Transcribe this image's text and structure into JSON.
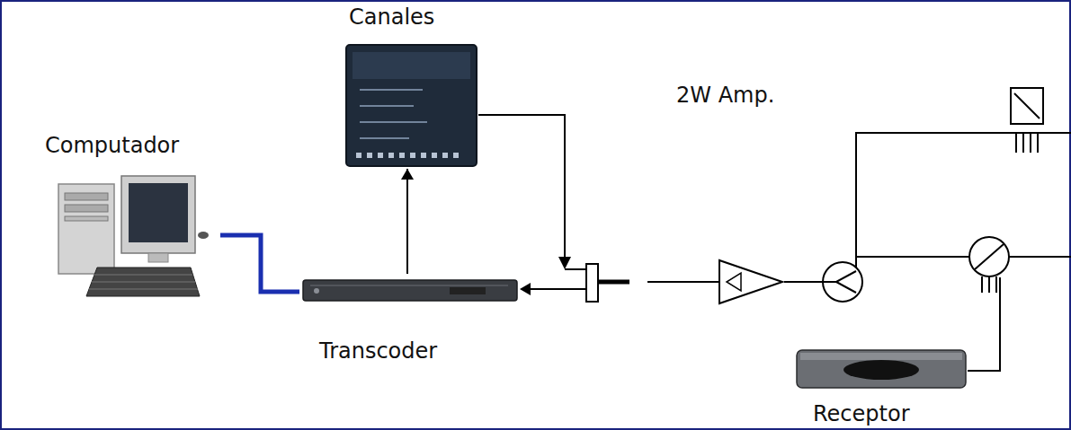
{
  "diagram": {
    "nodes": [
      {
        "text": [
          "Computador"
        ]
      },
      {
        "text": [
          "Canales"
        ]
      },
      {
        "text": [
          "Transcoder"
        ]
      },
      {
        "text": [
          "Receptor"
        ]
      }
    ],
    "edges": [
      {
        "from": 0,
        "to": 2,
        "arrow": "none"
      },
      {
        "from": 2,
        "to": 1,
        "arrow": "to"
      }
    ],
    "labels": [
      "2W Amp."
    ]
  }
}
